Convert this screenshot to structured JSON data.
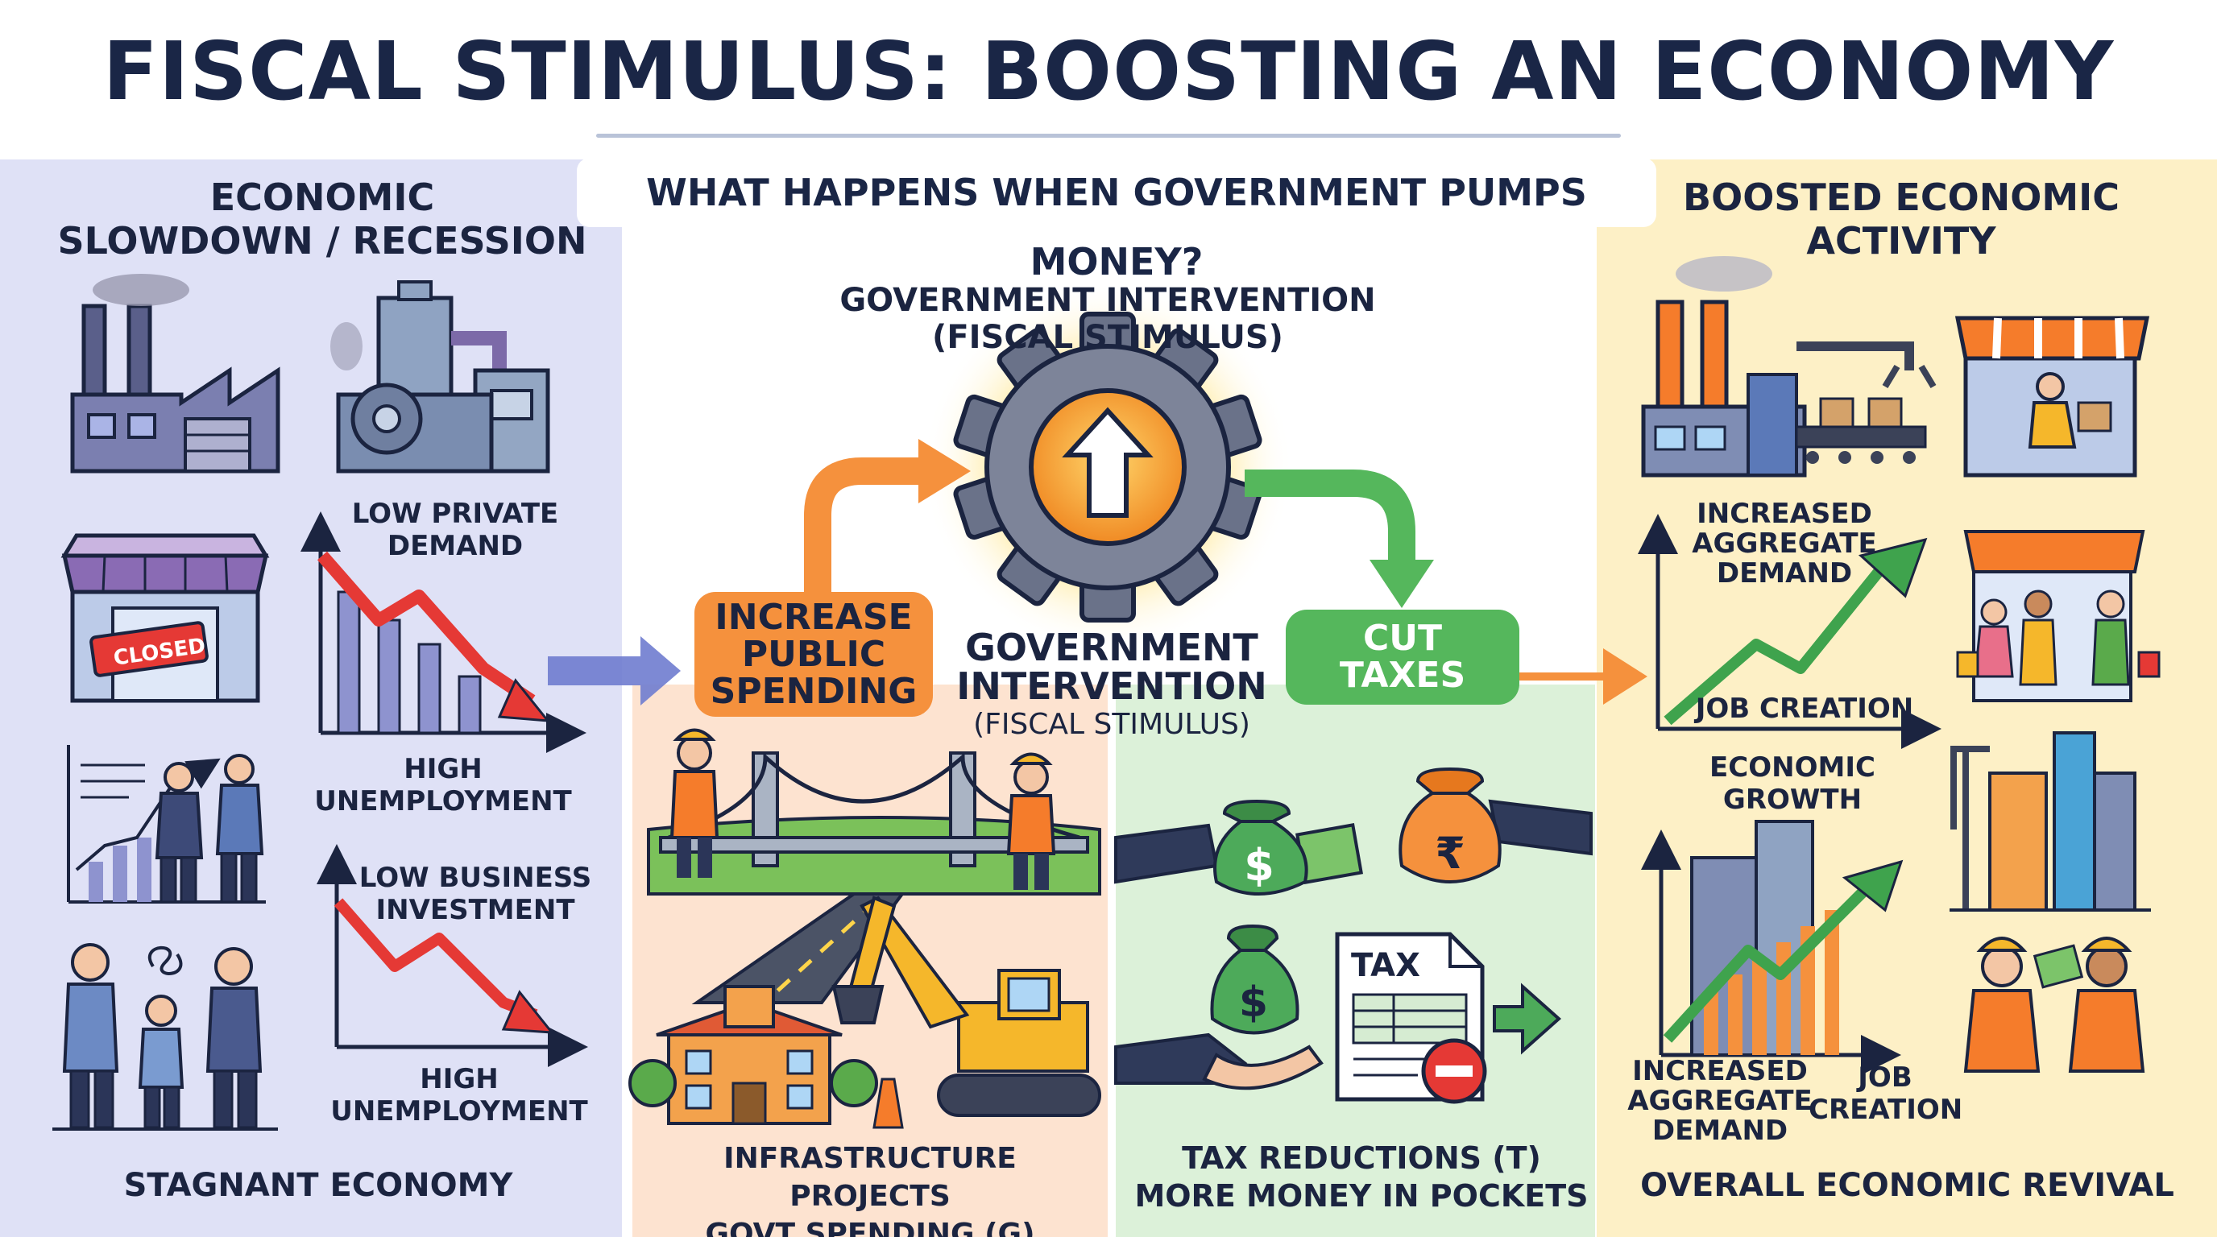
{
  "title": "FISCAL STIMULUS: BOOSTING AN ECONOMY",
  "question": "WHAT HAPPENS WHEN GOVERNMENT PUMPS MONEY?",
  "left": {
    "title_line1": "ECONOMIC",
    "title_line2": "SLOWDOWN / RECESSION",
    "closed_sign": "CLOSED",
    "low_private_demand_1": "LOW PRIVATE",
    "low_private_demand_2": "DEMAND",
    "high_unemployment_a_1": "HIGH",
    "high_unemployment_a_2": "UNEMPLOYMENT",
    "low_business_investment_1": "LOW BUSINESS",
    "low_business_investment_2": "INVESTMENT",
    "high_unemployment_b_1": "HIGH",
    "high_unemployment_b_2": "UNEMPLOYMENT",
    "bottom": "STAGNANT ECONOMY"
  },
  "center": {
    "top_label_1": "GOVERNMENT INTERVENTION",
    "top_label_2": "(FISCAL STIMULUS)",
    "mid_label_1": "GOVERNMENT",
    "mid_label_2": "INTERVENTION",
    "mid_label_3": "(FISCAL STIMULUS)",
    "spending_pill_1": "INCREASE",
    "spending_pill_2": "PUBLIC",
    "spending_pill_3": "SPENDING",
    "taxes_pill_1": "CUT",
    "taxes_pill_2": "TAXES",
    "spending_bottom_1": "INFRASTRUCTURE PROJECTS",
    "spending_bottom_2": "GOVT SPENDING (G)",
    "tax_doc": "TAX",
    "tax_bottom_1": "TAX REDUCTIONS (T)",
    "tax_bottom_2": "MORE MONEY IN POCKETS",
    "dollar_symbol": "$",
    "rupee_symbol": "₹"
  },
  "right": {
    "title_line1": "BOOSTED ECONOMIC",
    "title_line2": "ACTIVITY",
    "agg_demand_a_1": "INCREASED",
    "agg_demand_a_2": "AGGREGATE",
    "agg_demand_a_3": "DEMAND",
    "job_creation_a": "JOB CREATION",
    "economic_growth": "ECONOMIC GROWTH",
    "agg_demand_b_1": "INCREASED",
    "agg_demand_b_2": "AGGREGATE",
    "agg_demand_b_3": "DEMAND",
    "job_creation_b_1": "JOB",
    "job_creation_b_2": "CREATION",
    "bottom": "OVERALL ECONOMIC REVIVAL"
  },
  "colors": {
    "left_bg": "#dfe1f6",
    "right_bg": "#fdf0c6",
    "spending_bg": "#fde3d0",
    "tax_bg": "#dcf1d9",
    "orange": "#f5913d",
    "green": "#55b75c",
    "red_trend": "#e53935",
    "green_trend": "#3fa34d",
    "navy": "#1b2440"
  }
}
